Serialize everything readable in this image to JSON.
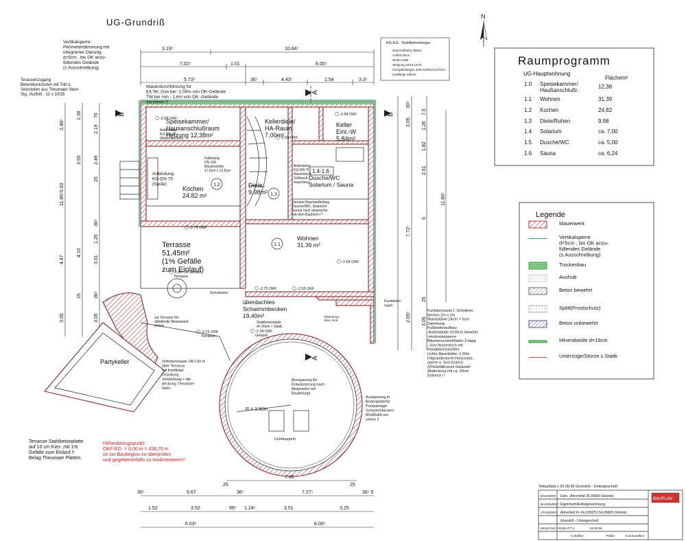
{
  "title": "UG-Grundriß",
  "north": "N",
  "section_marks": {
    "a": "A",
    "b": "B"
  },
  "dims_top": {
    "row1": [
      "3.19⁵",
      "10.84⁵"
    ],
    "row2": [
      "7.02⁵",
      "1.01",
      "6.00⁵"
    ],
    "row3": [
      "5.73⁵",
      "36⁵",
      "4.43⁵",
      "2.54",
      "3.3⁵"
    ]
  },
  "dims_left": [
    "2.48⁵",
    "2.38",
    "76",
    "2.19",
    "2.49",
    "25",
    "5.93",
    "11.86⁵",
    "3.55",
    "4.47",
    "36⁵",
    "1.25",
    "4.10",
    "3.01",
    "36⁵",
    "25",
    "3.05",
    "3.05"
  ],
  "dims_right": [
    "30⁵",
    "3.05",
    "1.26",
    "7.5",
    "1.82",
    "2.61",
    "6",
    "7.72⁵",
    "11.86⁵",
    "25",
    "2.69⁵",
    "3.05"
  ],
  "dims_bottom": {
    "r1": [
      "7.60"
    ],
    "r2": [
      "25",
      "25"
    ],
    "r3": [
      "36⁵",
      "5.67",
      "36⁵",
      "7.27⁵",
      "36⁵ 5"
    ],
    "r4": [
      "1.52",
      "3.52",
      "99⁵",
      "1.24⁵",
      "3.51",
      "3.25"
    ],
    "r5": [
      "6.03⁵",
      "8.00⁵"
    ]
  },
  "rooms": [
    {
      "name": "Speisekammer/\nHausanschlußraum\nHeizung 12,38m²",
      "num": ""
    },
    {
      "name": "Kellerdiele/\nHA-Raum\n7,00m²",
      "num": ""
    },
    {
      "name": "Keller\nEinl.-W\n5,84m²",
      "num": ""
    },
    {
      "name": "Kochen\n24.82 m²",
      "num": "1.2"
    },
    {
      "name": "Diele\n9.98m²",
      "num": "1.3"
    },
    {
      "name": "Dusche/WC\nSolarium / Sauna",
      "num": "1.4-1.6"
    },
    {
      "name": "Wohnen\n31.39 m²",
      "num": "1.1"
    },
    {
      "name": "Terrasse\n51,45m²\n(1% Gefälle\nzum Einlauf)",
      "num": ""
    },
    {
      "name": "überdachtes\nSchwimmbecken\n19,40m²",
      "num": ""
    },
    {
      "name": "Partykeller",
      "num": ""
    }
  ],
  "annotations": [
    "Vertikalsperre\nPerimeterdämmung mit\nintegrierter Dänung\nd=5cm , bis OK anzu-\nfüllendes Gelände\n(s.Ausschreibung)",
    "Terassenzugang\nBetonblockstufen mit Tritt u.\nSetzstufen aus Theumaer Stein\nStg. /Auftritt : 12 x 20/25",
    "Mauerdurchführung für\nElt,Tel.,Gas bei -1,00m von OK-Gelände\nTW bei min - 1,6m von OK -Gelände\nvorsehen !!",
    "Anbindung\nKG-DN 75\n(Spüle)",
    "Anbindung\nKG-DN 75\n(Waschbecken)",
    "Fallstrang\nDN 100\nMauerschlitz\n17,5cm x 12,5cm",
    "Anbindung\nKG-DN 75\nWaschtisch\n2xWasch-\nmaschine)",
    "Genaue Raumaufteilung\nDusche/WC; Solarium/\nSauna nach absprache\nmit dem Bauherrn !!",
    "zur Terrasse hin\nabfallende Betonwand\n(i=2m)",
    "Ortbetonmauer OK1.50 m\nüber Terrasse\nmit frostfreier\nGründung\nVerkleidung + Ab-\ndeckung Theumaer\nStein",
    "Aussparung für\nEntwässerung nach\nAbsprache mit\nBauleitung!",
    "Aussparung in\nBodenplattefür\nPumpanlage\nSchwimmbecken\n80x80x60 vor-\nsehen !!",
    "Stahlbetonsäule\nd= 20cm + Statik",
    "Funktionsraum f. Schwimm-\nbecken 2m x 2m\nWandstärke 24cm + 5cm\nDämmung\nFußbodenaufbau:\n-Bodenplatte d=20cm bewehrt\n-Horizontalsperre\nBitumenschweißbahn 2-lagig\n- 5cm Nutzestrich mit\nRanddämmstreifen\nLichte Raumhöhe: 1,90m\nFiligrandeckeml Horizontal-\nsperre u. 5cm Estrich\n(2%Gefälle)zum Gelände!\nAbdeckung mit ca. 20cm\nErdreich !!",
    "Terrasse Stahlbetonplatte\nauf 10 cm Kies ,mit 1%\nGefälle zum Einlauf !!\nBelag Theumaer Platten.",
    "Lichtkuppeln",
    "Schiebetür",
    "Funktions-\nraum",
    "R = 3.80m",
    "Dämmung\nBew. stck."
  ],
  "levels": [
    "-2.68 OKF",
    "-2.68 OKF",
    "-2.68 OKF",
    "-2.68 OKF",
    "-2.75 OKF",
    "-2.80 OK Einlauf\nTerrasse",
    "-2.75 OKF\nTerrasse",
    "-2.24 OKF\nGeländ.",
    "-2.55 OKF",
    "-2.75 OKF"
  ],
  "height_ref": "Höhenbezugspunkt:\nOKF-EG- = 0,00 m = 438,70 m\nist vor Baubeginn zu überprüfen\nund gegebenenfalls zu konkretisieren!!",
  "staircase_note": {
    "title": "KG-EG - Stahlbetontreppe",
    "lines": [
      "Geschoßhöhe 286cm",
      "Auftritt  25cm",
      "Stufen  6Stk",
      "Steigung  16/16,14cm",
      "Vorzgabelängen 160cm/206cm/176cm",
      "Lauflänge  325cm"
    ]
  },
  "raumprogramm": {
    "title": "Raumprogramm",
    "subheader": "UG-Hauptwohnung",
    "area_header": "Flächem²",
    "items": [
      {
        "no": "1.0",
        "name": "Speisekammer/\nHaußanschlußr.",
        "area": "12,38"
      },
      {
        "no": "1.1",
        "name": "Wohnen",
        "area": "31.39"
      },
      {
        "no": "1.2",
        "name": "Kochen",
        "area": "24,82"
      },
      {
        "no": "1.3",
        "name": "Diele/Ruhen",
        "area": "9.98"
      },
      {
        "no": "1.4",
        "name": "Solarium",
        "area": "ca. 7,00"
      },
      {
        "no": "1.5",
        "name": "Dusche/WC",
        "area": "ca. 5,00"
      },
      {
        "no": "1.6",
        "name": "Sauna",
        "area": "ca. 6,24"
      }
    ]
  },
  "legend": {
    "title": "Legende",
    "items": [
      {
        "label": "Mauerwerk",
        "color": "#b33a3a"
      },
      {
        "label": "Vertikalsperre\nd=5cm , bis OK anzu-\nfüllendes Gelände\n(s.Ausschreibung)",
        "color": "#2aa57a"
      },
      {
        "label": "Trockenbau",
        "color": "#4aa84a"
      },
      {
        "label": "Aushub",
        "color": "#cccccc"
      },
      {
        "label": "Beton bewehrt",
        "color": "#666666"
      },
      {
        "label": "Splitt(Frostschutz)",
        "color": "#bbbbbb"
      },
      {
        "label": "Beton unbewehrt",
        "color": "#5a4d9a"
      },
      {
        "label": "Mineralwolle d=16cm",
        "color": "#2f9a3a"
      },
      {
        "label": "Unterzüge/Stürze s.Statik",
        "color": "#c44"
      }
    ]
  },
  "title_block": {
    "header": "Tekturblatt v 20.09.99 Grundriß - Untergeschoß",
    "rows": [
      {
        "label": "BAUHERR",
        "value": "Fam.              ,Ährenfeld 35,09605 Oelsnitz"
      },
      {
        "label": "BAUOBJEKT",
        "value": "Eigenheim/Einliegerwohnung,"
      },
      {
        "label": "STANDORT",
        "value": "Ährenfeld Fl.-Nr.1950/51-54,09605 Oelsnitz"
      },
      {
        "label": "",
        "value": "Grundriß - Untergeschoß"
      }
    ],
    "meta": [
      {
        "label": "MASSTAB",
        "value": "1:50"
      },
      {
        "label": "BLATT",
        "value": "4"
      },
      {
        "label": "",
        "value": "20.09.99"
      },
      {
        "label": "",
        "value": "K.Steffan"
      },
      {
        "label": "Prüfer",
        "value": ""
      },
      {
        "label": "",
        "value": "D.Schuedhes"
      }
    ],
    "logo": "BAUPLAN"
  }
}
